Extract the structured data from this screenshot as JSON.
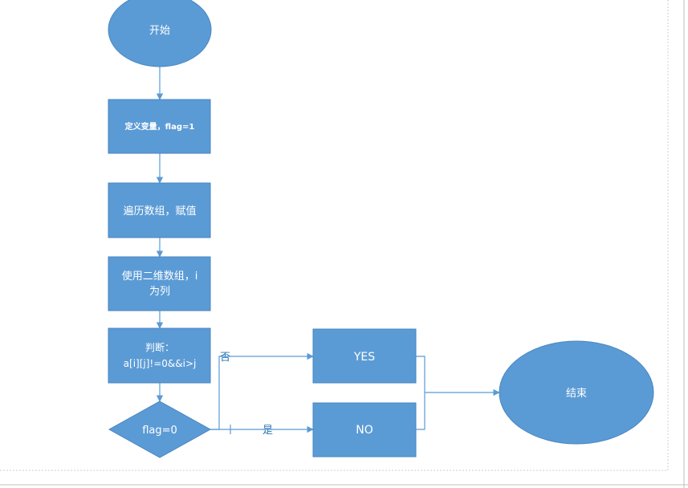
{
  "nodes": {
    "start": "开始",
    "define": "定义变量，flag=1",
    "traverse": "遍历数组，赋值",
    "use_line1": "使用二维数组，i",
    "use_line2": "为列",
    "judge_line1": "判断：",
    "judge_line2": "a[i][j]!=0&&i>j",
    "decision": "flag=0",
    "yes": "YES",
    "no": "NO",
    "end": "结束"
  },
  "edge_labels": {
    "no_branch": "否",
    "yes_branch": "是"
  },
  "colors": {
    "shape_fill": "#5b9bd5",
    "shape_stroke": "#4a86c0",
    "connector": "#5b9bd5",
    "text": "#ffffff",
    "page_border": "#d9d9d9"
  }
}
